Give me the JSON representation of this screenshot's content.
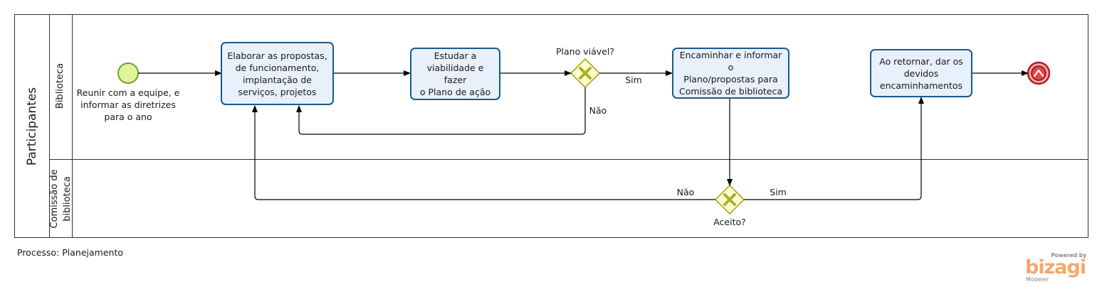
{
  "pool": {
    "label": "Participantes"
  },
  "lanes": [
    {
      "label": "Biblioteca"
    },
    {
      "label": "Comissão de\nbiblioteca"
    }
  ],
  "start_event": {
    "label": "Reunir com a equipe, e\ninformar as diretrizes\npara o ano"
  },
  "tasks": [
    {
      "label": "Elaborar as propostas,\nde funcionamento,\nimplantação de\nserviços, projetos"
    },
    {
      "label": "Estudar a\nviabilidade e fazer\no Plano de ação"
    },
    {
      "label": "Encaminhar e informar o\nPlano/propostas para\nComissão de biblioteca"
    },
    {
      "label": "Ao retornar, dar os\ndevidos\nencaminhamentos"
    }
  ],
  "gateways": [
    {
      "label": "Plano viável?",
      "yes": "Sim",
      "no": "Não"
    },
    {
      "label": "Aceito?",
      "yes": "Sim",
      "no": "Não"
    }
  ],
  "footer": {
    "process": "Processo: Planejamento"
  },
  "branding": {
    "powered": "Powered by",
    "name": "bizagi",
    "product": "Modeler"
  },
  "colors": {
    "task_fill": "#e8f0fb",
    "task_border": "#1c5a8a",
    "start_fill": "#dff59a",
    "start_border": "#6aa22a",
    "end_fill": "#f4a9a9",
    "end_border": "#b01e22",
    "gateway_fill": "#fffbd0",
    "gateway_border": "#a3a000",
    "gateway_mark": "#a6b226",
    "brand": "#f4a86e"
  }
}
